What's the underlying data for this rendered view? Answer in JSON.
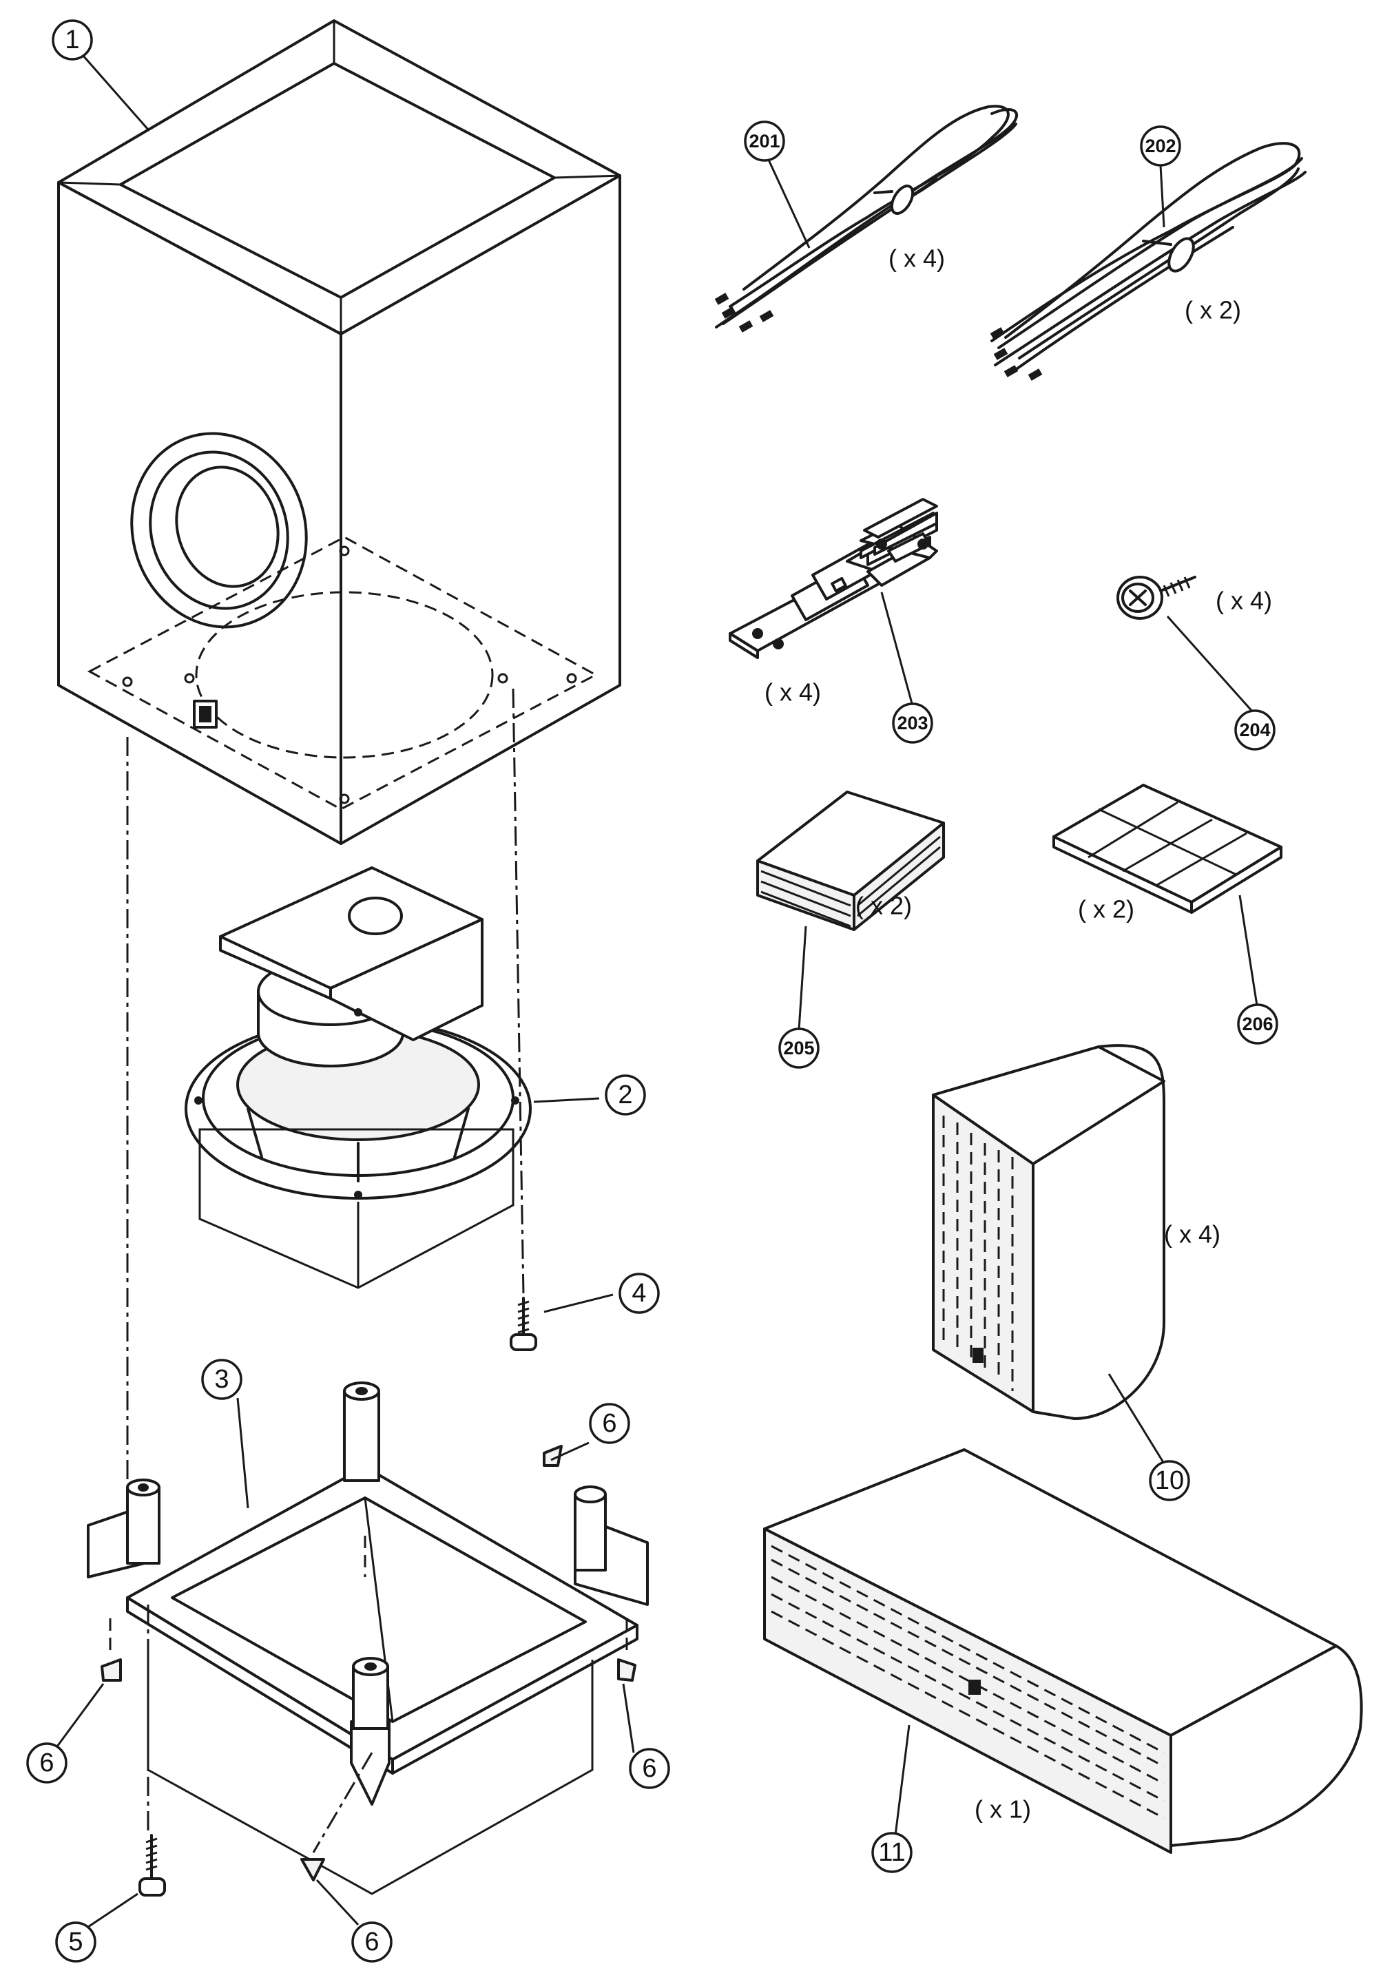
{
  "diagram": {
    "parts": [
      {
        "callout": "1"
      },
      {
        "callout": "2"
      },
      {
        "callout": "3"
      },
      {
        "callout": "4"
      },
      {
        "callout": "5"
      },
      {
        "callout": "6"
      },
      {
        "callout": "10"
      },
      {
        "callout": "11"
      },
      {
        "callout": "201"
      },
      {
        "callout": "202"
      },
      {
        "callout": "203"
      },
      {
        "callout": "204"
      },
      {
        "callout": "205"
      },
      {
        "callout": "206"
      }
    ],
    "quantities": {
      "q201": "( x 4)",
      "q202": "( x 2)",
      "q203": "( x 4)",
      "q204": "( x 4)",
      "q205": "( x 2)",
      "q206": "( x 2)",
      "q10": "( x 4)",
      "q11": "( x 1)"
    },
    "foot_callouts": [
      "6",
      "6",
      "6",
      "6"
    ]
  }
}
